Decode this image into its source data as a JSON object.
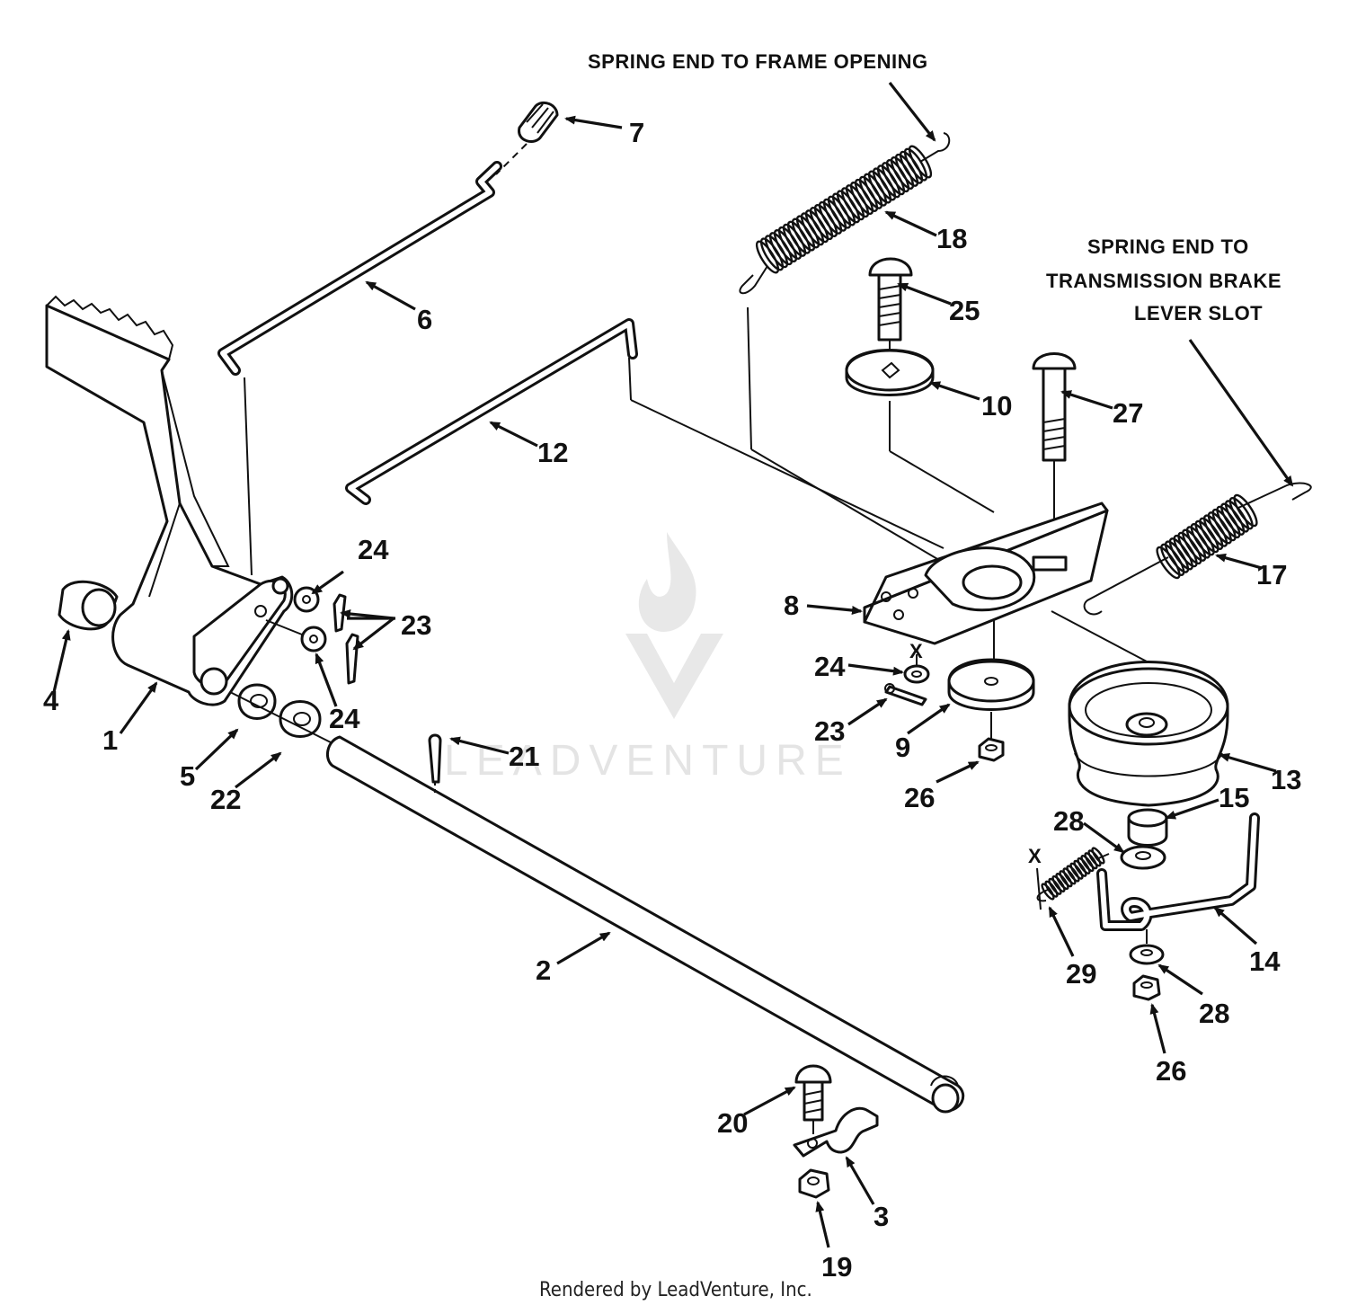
{
  "notes": {
    "frame_opening": "SPRING END TO FRAME OPENING",
    "brake_line1": "SPRING END TO",
    "brake_line2": "TRANSMISSION BRAKE",
    "brake_line3": "LEVER SLOT"
  },
  "callouts": {
    "p1": "1",
    "p2": "2",
    "p3": "3",
    "p4": "4",
    "p5": "5",
    "p6": "6",
    "p7": "7",
    "p8": "8",
    "p9": "9",
    "p10": "10",
    "p12": "12",
    "p13": "13",
    "p14": "14",
    "p15": "15",
    "p17": "17",
    "p18": "18",
    "p19": "19",
    "p20": "20",
    "p21": "21",
    "p22": "22",
    "p23": "23",
    "p24a": "24",
    "p24b": "24",
    "p24c": "24",
    "p23b": "23",
    "p25": "25",
    "p26a": "26",
    "p26b": "26",
    "p27": "27",
    "p28a": "28",
    "p28b": "28",
    "p29": "29"
  },
  "markers": {
    "x1": "X",
    "x2": "X"
  },
  "watermark": "LEADVENTURE",
  "footer": "Rendered by LeadVenture, Inc."
}
